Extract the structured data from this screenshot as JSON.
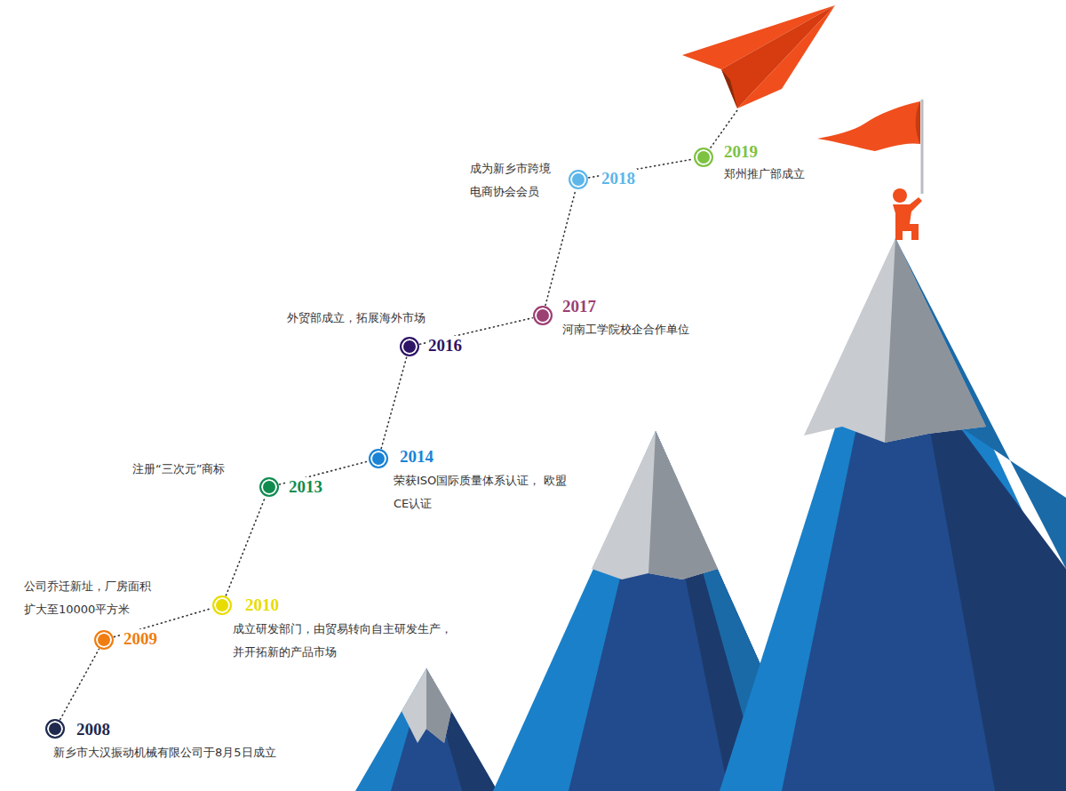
{
  "diagram": {
    "nodes": [
      {
        "text": [
          "2008",
          "新乡市大汉振动机械有限公司于8月5日成立"
        ]
      },
      {
        "text": [
          "2009",
          "公司乔迁新址，厂房面积 扩大至10000平方米"
        ]
      },
      {
        "text": [
          "2010",
          "成立研发部门，由贸易转向自主研发生产， 并开拓新的产品市场"
        ]
      },
      {
        "text": [
          "2013",
          "注册“三次元”商标"
        ]
      },
      {
        "text": [
          "2014",
          "荣获ISO国际质量体系认证， 欧盟CE认证"
        ]
      },
      {
        "text": [
          "2016",
          "外贸部成立，拓展海外市场"
        ]
      },
      {
        "text": [
          "2017",
          "河南工学院校企合作单位"
        ]
      },
      {
        "text": [
          "2018",
          "成为新乡市跨境 电商协会会员"
        ]
      },
      {
        "text": [
          "2019",
          "郑州推广部成立"
        ]
      }
    ],
    "edges": [
      {
        "from": 0,
        "to": 1,
        "arrow": "none"
      },
      {
        "from": 1,
        "to": 2,
        "arrow": "none"
      },
      {
        "from": 2,
        "to": 3,
        "arrow": "none"
      },
      {
        "from": 3,
        "to": 4,
        "arrow": "none"
      },
      {
        "from": 4,
        "to": 5,
        "arrow": "none"
      },
      {
        "from": 5,
        "to": 6,
        "arrow": "none"
      },
      {
        "from": 6,
        "to": 7,
        "arrow": "none"
      },
      {
        "from": 7,
        "to": 8,
        "arrow": "none"
      }
    ]
  }
}
